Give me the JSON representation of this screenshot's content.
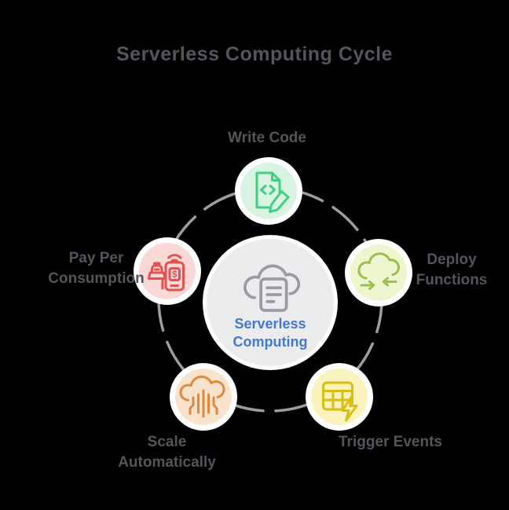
{
  "title": {
    "text": "Serverless Computing Cycle"
  },
  "center": {
    "lines": [
      "Serverless",
      "Computing"
    ],
    "icon": "cloud-document-icon"
  },
  "nodes": [
    {
      "id": "write-code",
      "lines": [
        "Write Code",
        ""
      ],
      "circle_fill": "#d9f4e2",
      "icon_color": "#42cf84",
      "icon": "code-document-pencil-icon"
    },
    {
      "id": "deploy-functions",
      "lines": [
        "Deploy",
        "Functions"
      ],
      "circle_fill": "#eef6d0",
      "icon_color": "#9cc050",
      "icon": "cloud-merge-arrows-icon"
    },
    {
      "id": "trigger-events",
      "lines": [
        "Trigger Events",
        ""
      ],
      "circle_fill": "#fbf3bd",
      "icon_color": "#d9bf13",
      "icon": "table-lightning-icon"
    },
    {
      "id": "scale-automatically",
      "lines": [
        "Scale",
        "Automatically"
      ],
      "circle_fill": "#fae3cd",
      "icon_color": "#dd8a40",
      "icon": "cloud-scaling-lines-icon"
    },
    {
      "id": "pay-per-consumption",
      "lines": [
        "Pay Per",
        "Consumption"
      ],
      "circle_fill": "#fad8d5",
      "icon_color": "#e15352",
      "icon": "payment-phone-icon"
    }
  ],
  "colors": {
    "background": "#000000",
    "title_text": "#54545c",
    "label_text": "#54545c",
    "center_text": "#4678cf",
    "ring": "#9d9d9d",
    "halo": "#ffffff",
    "center_fill": "#ebecee",
    "center_icon": "#9b9ba1"
  }
}
